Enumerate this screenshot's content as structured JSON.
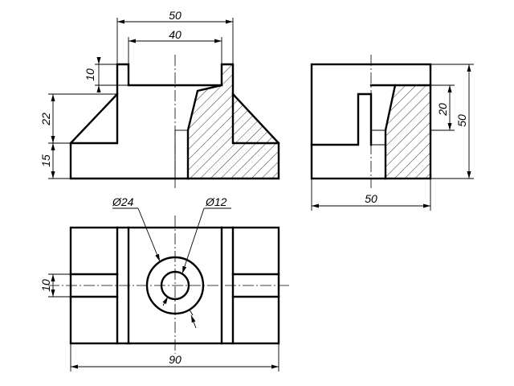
{
  "drawing": {
    "front_view": {
      "dim_overall_top": "50",
      "dim_slot_width": "40",
      "dim_slot_depth": "10",
      "dim_wing_height": "22",
      "dim_base_height": "15"
    },
    "side_view": {
      "dim_width": "50",
      "dim_height": "50",
      "dim_step": "20"
    },
    "top_view": {
      "dim_outer_diameter": "Ø24",
      "dim_inner_diameter": "Ø12",
      "dim_groove_width": "10",
      "dim_total_length": "90"
    }
  }
}
